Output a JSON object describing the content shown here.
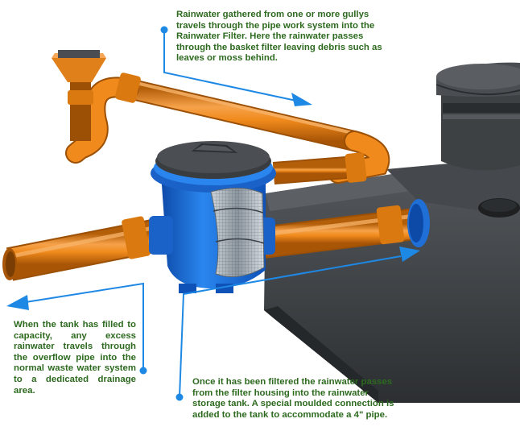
{
  "callouts": {
    "top": "Rainwater gathered from one or more gullys travels through the pipe work system into the Rainwater Filter. Here the rainwater passes through the basket filter leaving debris such as leaves or moss behind.",
    "left": "When the tank has filled to capacity, any excess rainwater travels through the overflow pipe into the normal waste water system to a dedicated drainage area.",
    "bottom": "Once it has been filtered the rainwater passes from the filter housing into the rainwater storage tank. A special moulded connection is added to the tank to accommodate a 4\" pipe."
  },
  "colors": {
    "text": "#2d6a1f",
    "arrow": "#1e88e5",
    "pipe": "#f08a1c",
    "filter_housing": "#1f6fd6",
    "tank": "#3a3d40"
  }
}
